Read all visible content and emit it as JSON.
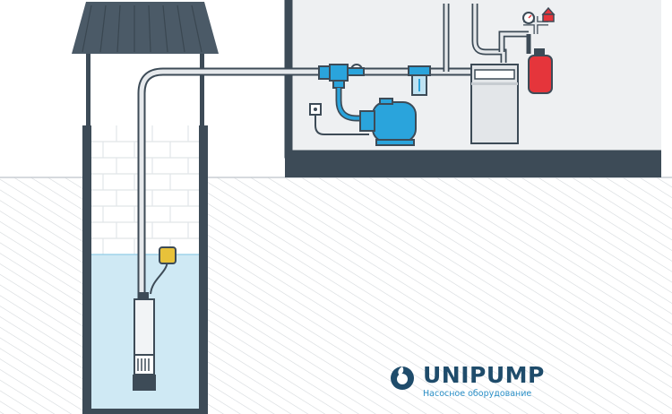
{
  "brand": {
    "name": "UNIPUMP",
    "tagline": "Насосное оборудование",
    "logo_icon": "drop-swirl-icon"
  },
  "colors": {
    "outline": "#3d4b57",
    "roof": "#4b5a67",
    "water": "#cfe9f4",
    "pipe": "#e6e9ec",
    "accent_blue": "#2aa4dc",
    "tank_red": "#e5353b",
    "house_wall": "#eef0f2",
    "brand_dark": "#1f4c6b",
    "brand_light": "#2a8fc7"
  },
  "diagram": {
    "components": [
      "well-roof",
      "well-shaft",
      "well-water",
      "submersible-pump",
      "float-switch",
      "surface-pipe",
      "house",
      "valve-assembly",
      "power-socket",
      "pressure-tank",
      "water-filter",
      "water-heater",
      "expansion-tank",
      "pressure-gauge"
    ]
  }
}
